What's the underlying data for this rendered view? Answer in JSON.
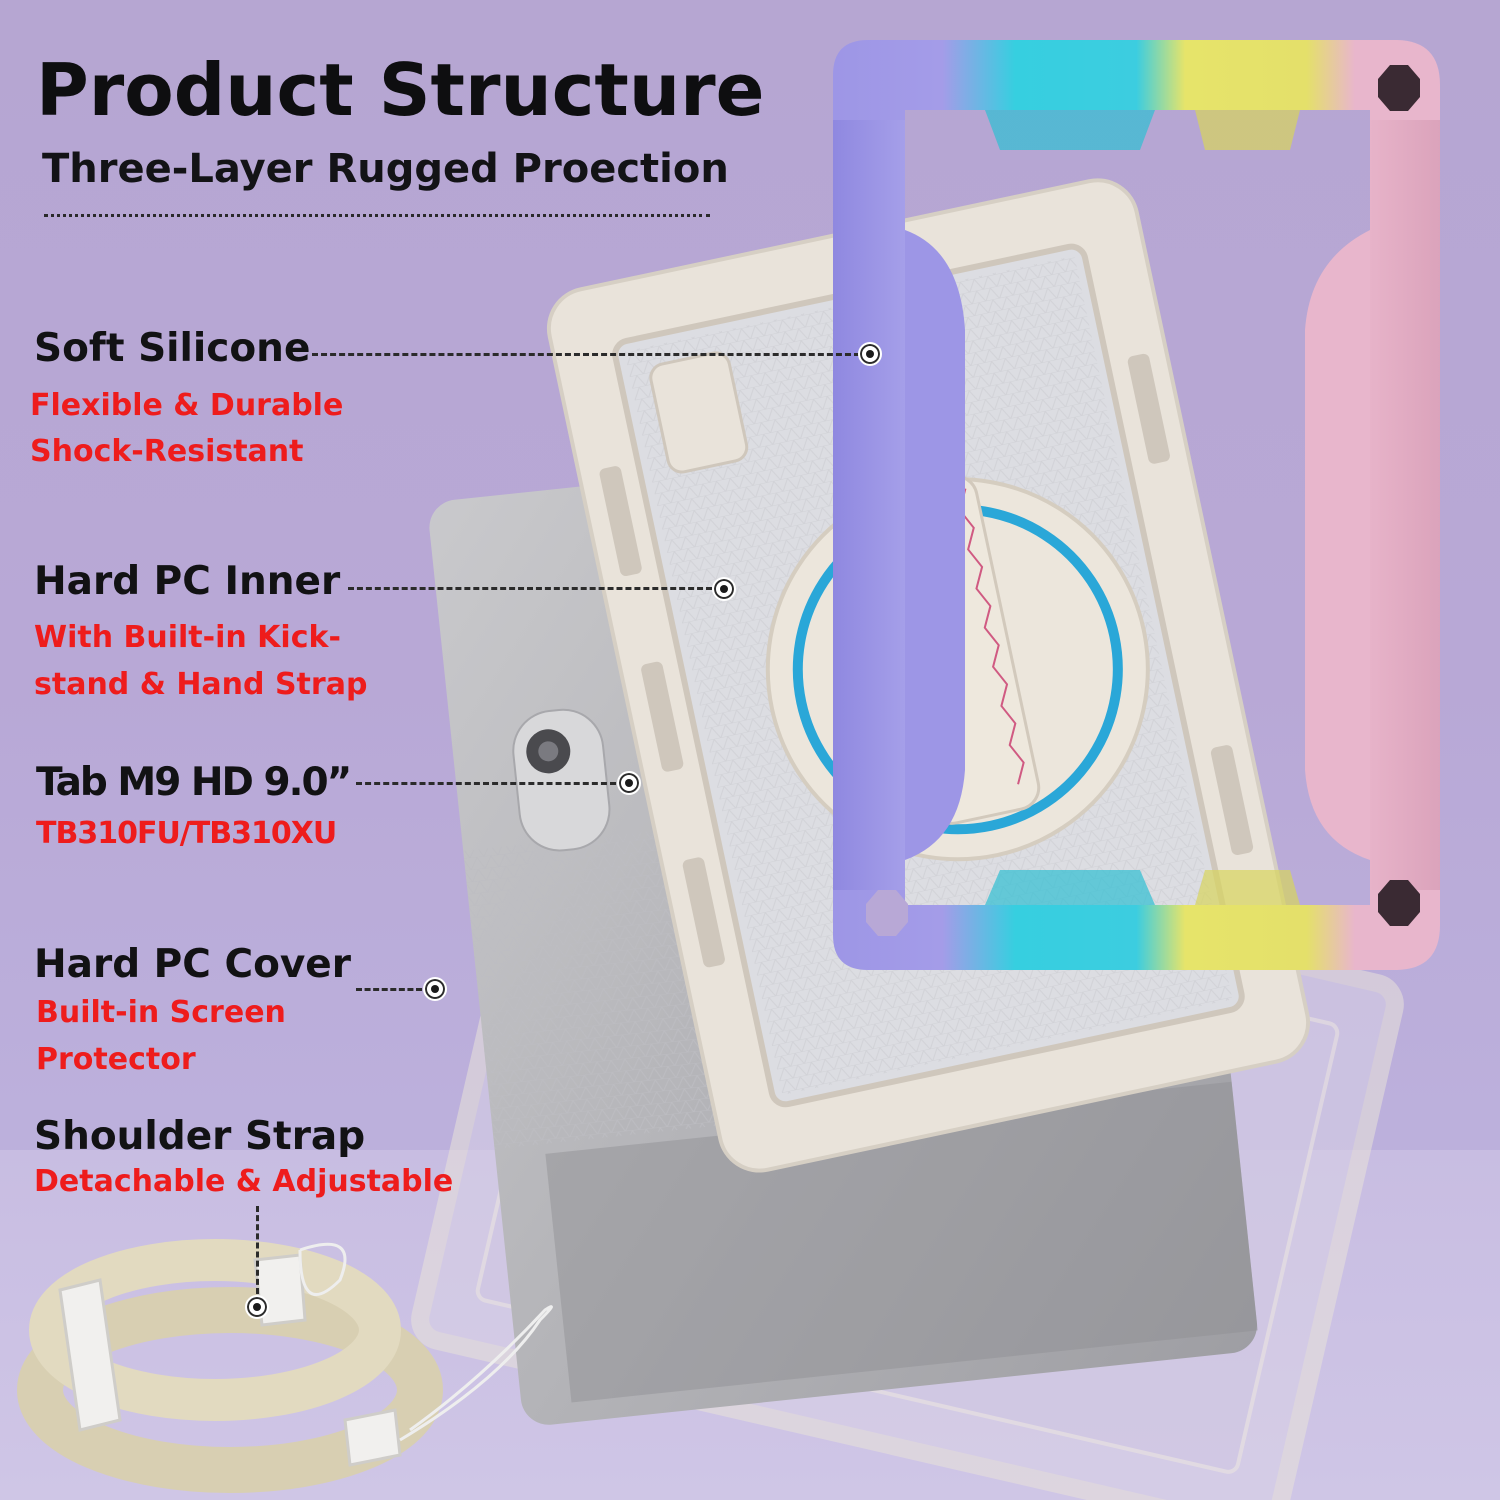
{
  "header": {
    "title": "Product Structure",
    "subtitle": "Three-Layer Rugged Proection"
  },
  "callouts": [
    {
      "heading": "Soft Silicone",
      "line1": "Flexible & Durable",
      "line2": "Shock-Resistant"
    },
    {
      "heading": "Hard PC Inner",
      "line1": "With Built-in Kick-",
      "line2": "stand & Hand Strap"
    },
    {
      "heading": "Tab M9 HD 9.0”",
      "line1": "TB310FU/TB310XU"
    },
    {
      "heading": "Hard PC Cover",
      "line1": "Built-in Screen",
      "line2": "Protector"
    },
    {
      "heading": "Shoulder Strap",
      "line1": "Detachable & Adjustable"
    }
  ],
  "colors": {
    "background": "#b8a8d6",
    "heading_text": "#121214",
    "feature_text": "#ee1c1c",
    "silicone_purple": "#9d96e6",
    "silicone_cyan": "#36cfe0",
    "silicone_yellow": "#e6e46a",
    "silicone_pink": "#e8b6cc",
    "pc_beige": "#e8e1d8",
    "ring_blue": "#2aa7d8"
  },
  "icons": [
    "callout-dot-icon",
    "camera-icon"
  ]
}
